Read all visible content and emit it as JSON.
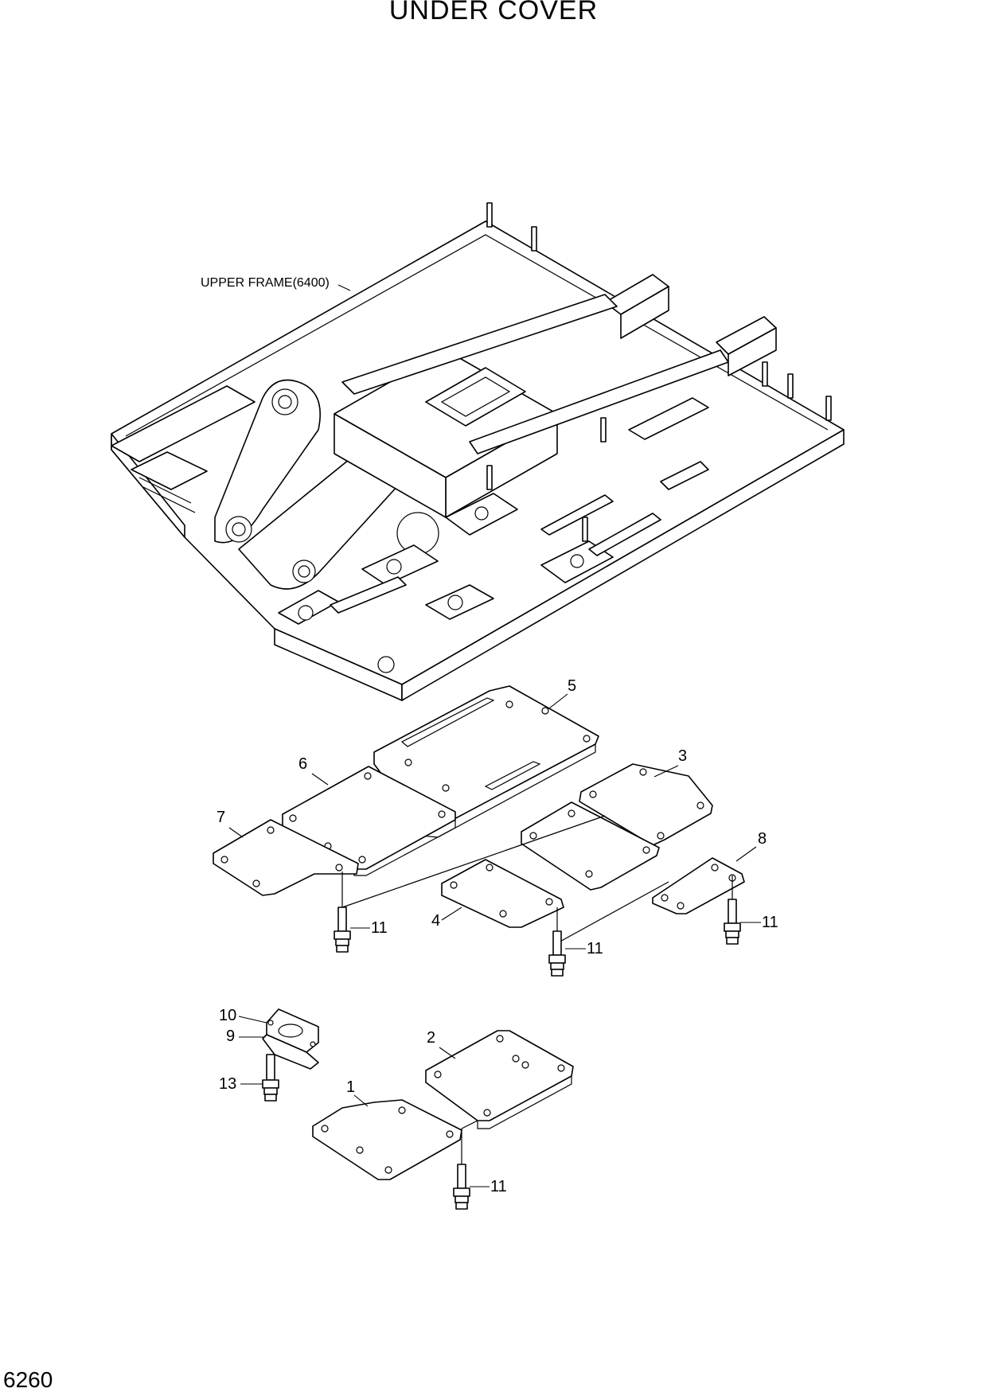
{
  "title": "UNDER COVER",
  "page_number": "6260",
  "frame_label": "UPPER FRAME(6400)",
  "callouts": {
    "c1": "1",
    "c2": "2",
    "c3": "3",
    "c4": "4",
    "c5": "5",
    "c6": "6",
    "c7": "7",
    "c8": "8",
    "c9": "9",
    "c10": "10",
    "c11a": "11",
    "c11b": "11",
    "c11c": "11",
    "c11d": "11",
    "c13": "13"
  }
}
